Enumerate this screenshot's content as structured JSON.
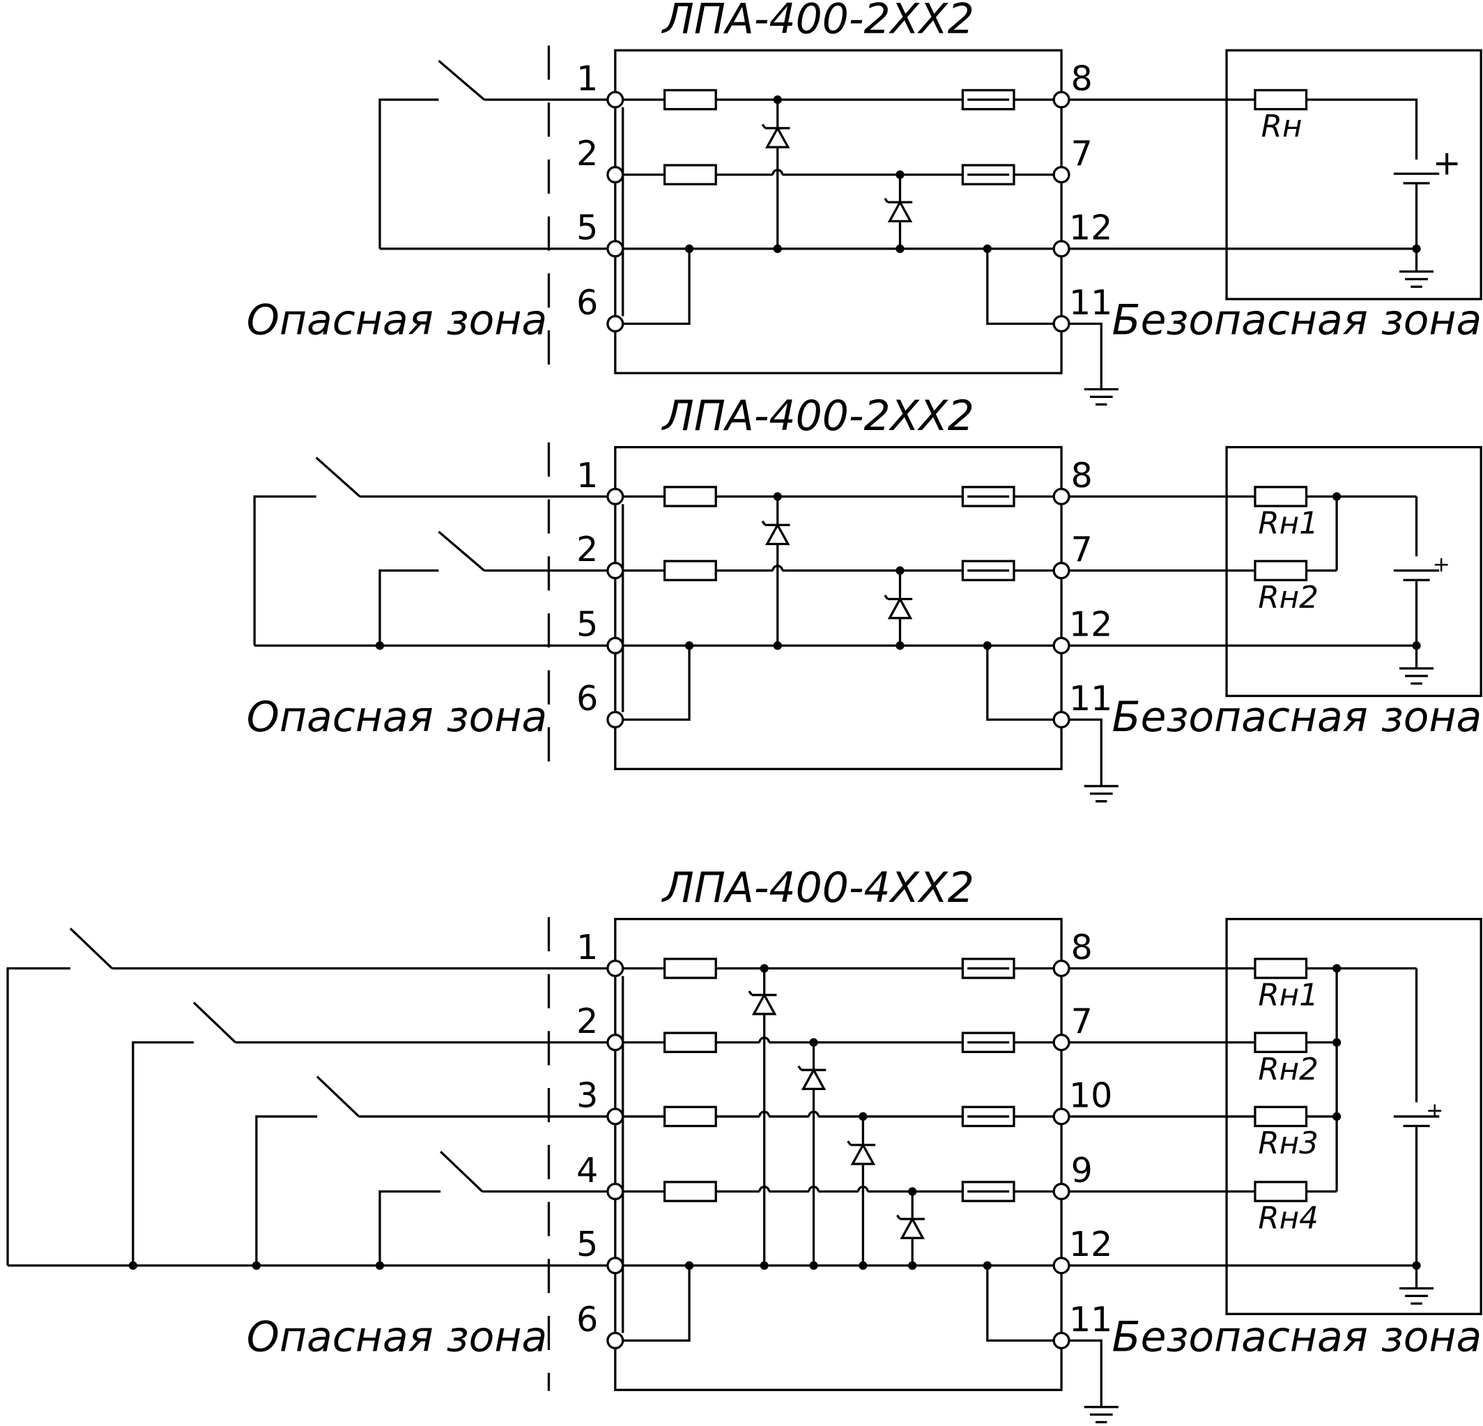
{
  "circuits": [
    {
      "title": "ЛПА-400-2ХХ2",
      "left_pins": [
        "1",
        "2",
        "5",
        "6"
      ],
      "right_pins": [
        "8",
        "7",
        "12",
        "11"
      ],
      "loads": [
        "Rн"
      ],
      "hazard_zone": "Опасная зона",
      "safe_zone": "Безопасная зона"
    },
    {
      "title": "ЛПА-400-2ХХ2",
      "left_pins": [
        "1",
        "2",
        "5",
        "6"
      ],
      "right_pins": [
        "8",
        "7",
        "12",
        "11"
      ],
      "loads": [
        "Rн1",
        "Rн2"
      ],
      "hazard_zone": "Опасная зона",
      "safe_zone": "Безопасная зона"
    },
    {
      "title": "ЛПА-400-4ХХ2",
      "left_pins": [
        "1",
        "2",
        "3",
        "4",
        "5",
        "6"
      ],
      "right_pins": [
        "8",
        "7",
        "10",
        "9",
        "12",
        "11"
      ],
      "loads": [
        "Rн1",
        "Rн2",
        "Rн3",
        "Rн4"
      ],
      "hazard_zone": "Опасная зона",
      "safe_zone": "Безопасная зона"
    }
  ],
  "battery_polarity": "+"
}
